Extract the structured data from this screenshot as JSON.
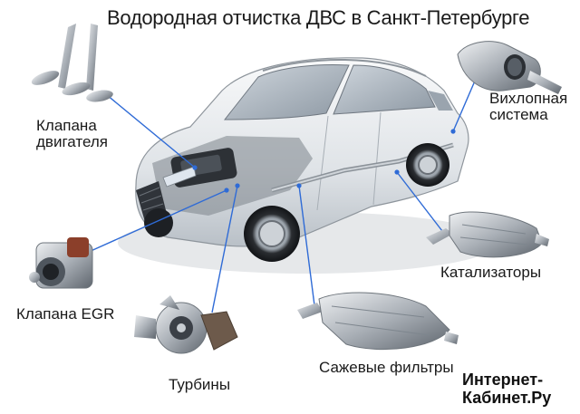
{
  "title": "Водородная отчистка ДВС в Санкт-Петербурге",
  "labels": {
    "valves": [
      "Клапана",
      "двигателя"
    ],
    "exhaust": [
      "Вихлопная",
      "система"
    ],
    "catalysts": "Катализаторы",
    "egr": "Клапана EGR",
    "turbines": "Турбины",
    "soot_filters": "Сажевые фильтры"
  },
  "watermark": [
    "Интернет-",
    "Кабинет.Ру"
  ],
  "colors": {
    "callout_line": "#2f6bd6",
    "car_body": "#e9ecef",
    "metal": "#a7adb5"
  }
}
